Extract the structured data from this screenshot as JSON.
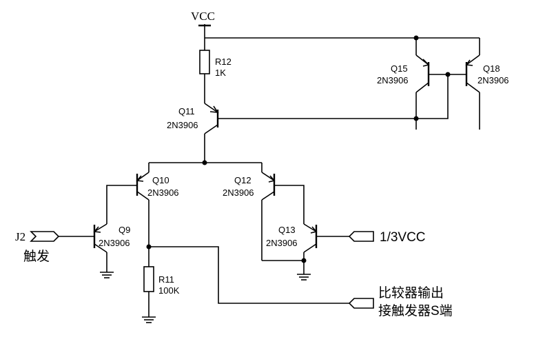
{
  "supply": {
    "label": "VCC"
  },
  "resistors": [
    {
      "ref": "R12",
      "value": "1K"
    },
    {
      "ref": "R11",
      "value": "100K"
    }
  ],
  "transistors": [
    {
      "ref": "Q11",
      "part": "2N3906"
    },
    {
      "ref": "Q10",
      "part": "2N3906"
    },
    {
      "ref": "Q12",
      "part": "2N3906"
    },
    {
      "ref": "Q9",
      "part": "2N3906"
    },
    {
      "ref": "Q13",
      "part": "2N3906"
    },
    {
      "ref": "Q15",
      "part": "2N3906"
    },
    {
      "ref": "Q18",
      "part": "2N3906"
    }
  ],
  "ports": {
    "j2": {
      "ref": "J2",
      "label": "触发"
    },
    "ref_in": {
      "label": "1/3VCC"
    },
    "out": {
      "line1": "比较器输出",
      "line2": "接触发器S端"
    }
  }
}
